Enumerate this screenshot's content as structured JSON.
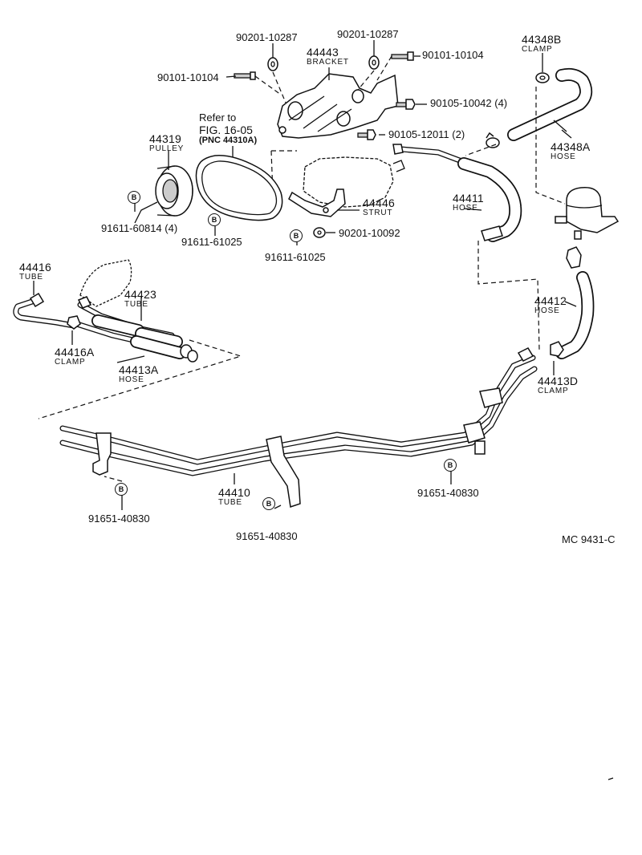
{
  "diagram_code": "MC  9431-C",
  "bolt_marker": "B",
  "callouts": {
    "washer_90201_10287_left": "90201-10287",
    "washer_90201_10287_right": "90201-10287",
    "bolt_90101_10104_left": "90101-10104",
    "bolt_90101_10104_right": "90101-10104",
    "bracket_number": "44443",
    "bracket_name": "BRACKET",
    "clamp_44348B_number": "44348B",
    "clamp_44348B_name": "CLAMP",
    "bolt_90105_10042": "90105-10042 (4)",
    "refer_to": "Refer to",
    "fig_ref": "FIG. 16-05",
    "pnc_ref": "(PNC 44310A)",
    "pulley_number": "44319",
    "pulley_name": "PULLEY",
    "bolt_90105_12011": "90105-12011 (2)",
    "hose_44348A_number": "44348A",
    "hose_44348A_name": "HOSE",
    "strut_number": "44446",
    "strut_name": "STRUT",
    "hose_44411_number": "44411",
    "hose_44411_name": "HOSE",
    "bolt_91611_60814": "91611-60814 (4)",
    "bolt_91611_61025_a": "91611-61025",
    "washer_90201_10092": "90201-10092",
    "bolt_91611_61025_b": "91611-61025",
    "tube_44416_number": "44416",
    "tube_44416_name": "TUBE",
    "tube_44423_number": "44423",
    "tube_44423_name": "TUBE",
    "hose_44412_number": "44412",
    "hose_44412_name": "HOSE",
    "clamp_44416A_number": "44416A",
    "clamp_44416A_name": "CLAMP",
    "hose_44413A_number": "44413A",
    "hose_44413A_name": "HOSE",
    "clamp_44413D_number": "44413D",
    "clamp_44413D_name": "CLAMP",
    "bolt_91651_40830_right": "91651-40830",
    "tube_44410_number": "44410",
    "tube_44410_name": "TUBE",
    "bolt_91651_40830_left": "91651-40830",
    "bolt_91651_40830_center": "91651-40830"
  }
}
